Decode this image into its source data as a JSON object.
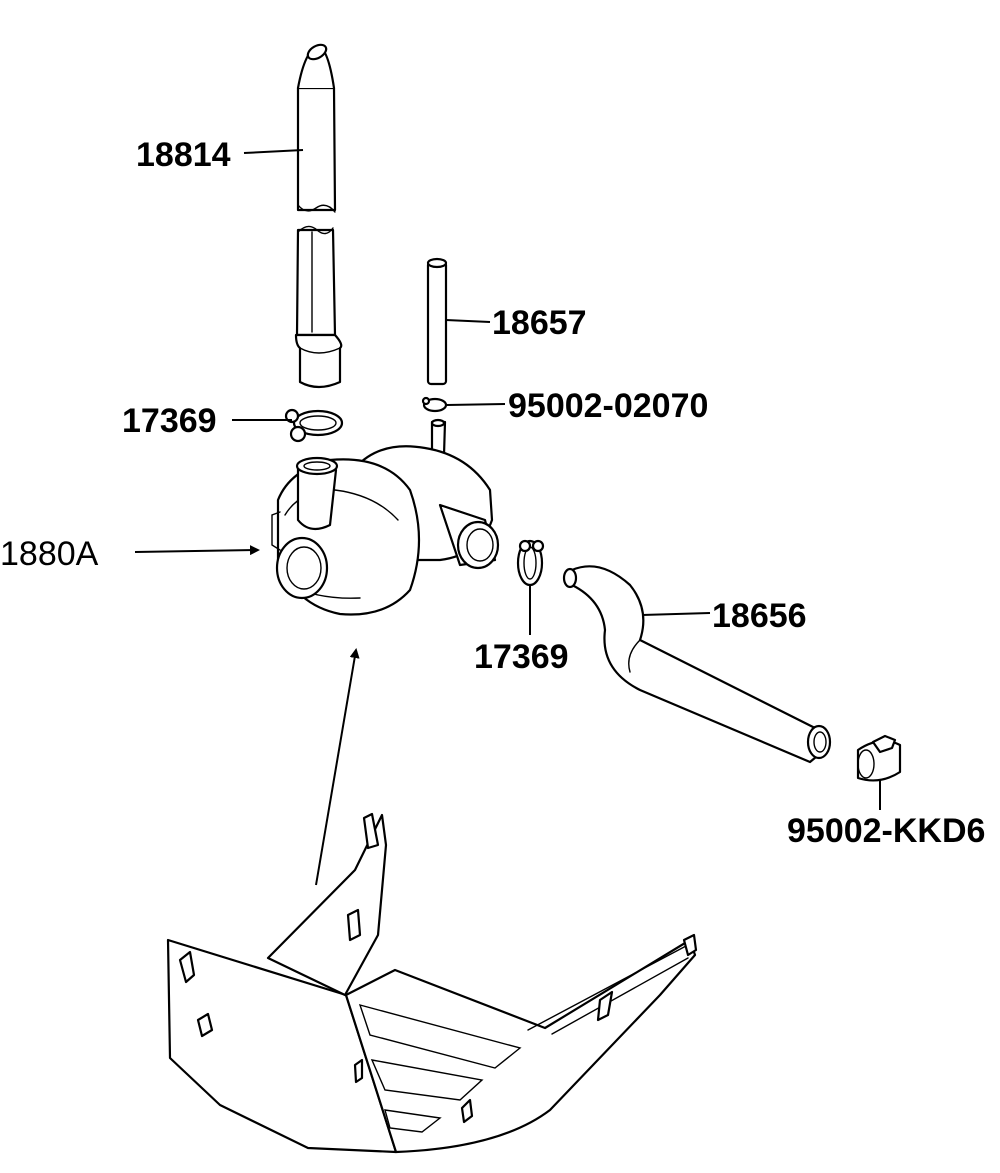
{
  "labels": {
    "tube_top": "18814",
    "small_tube": "18657",
    "clip_left": "17369",
    "clip_small": "95002-02070",
    "canister": "1880A",
    "clip_mid": "17369",
    "hose": "18656",
    "hose_clamp": "95002-KKD6"
  },
  "colors": {
    "line": "#000000",
    "background": "#ffffff"
  }
}
